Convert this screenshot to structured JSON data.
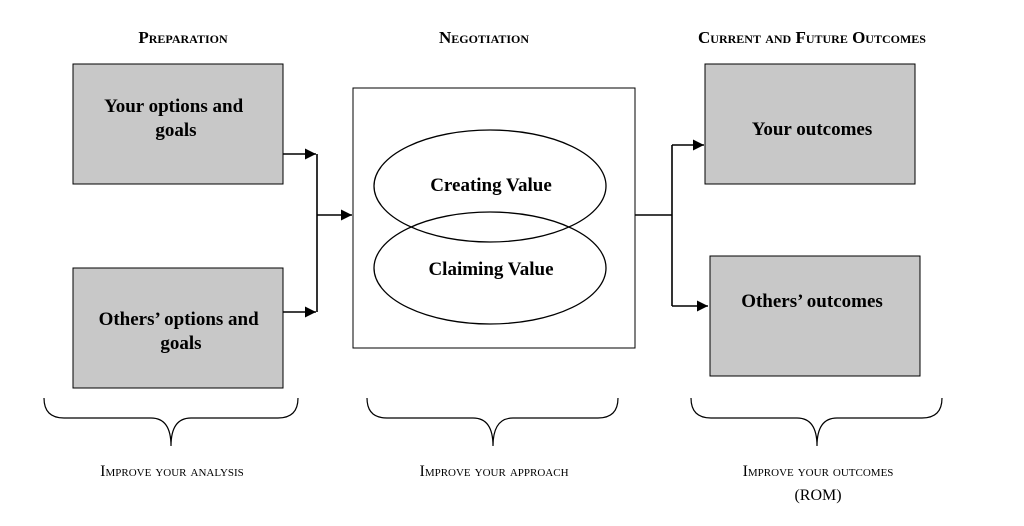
{
  "headers": {
    "preparation": "Preparation",
    "negotiation": "Negotiation",
    "outcomes": "Current and Future Outcomes"
  },
  "boxes": {
    "your_options": [
      "Your options and",
      "goals"
    ],
    "others_options": [
      "Others’ options and",
      "goals"
    ],
    "your_outcomes": "Your outcomes",
    "others_outcomes": "Others’ outcomes"
  },
  "negotiation": {
    "creating_value": "Creating Value",
    "claiming_value": "Claiming Value"
  },
  "footers": {
    "analysis": "Improve your analysis",
    "approach": "Improve your approach",
    "outcomes": "Improve your outcomes",
    "outcomes_sub": "(ROM)"
  }
}
